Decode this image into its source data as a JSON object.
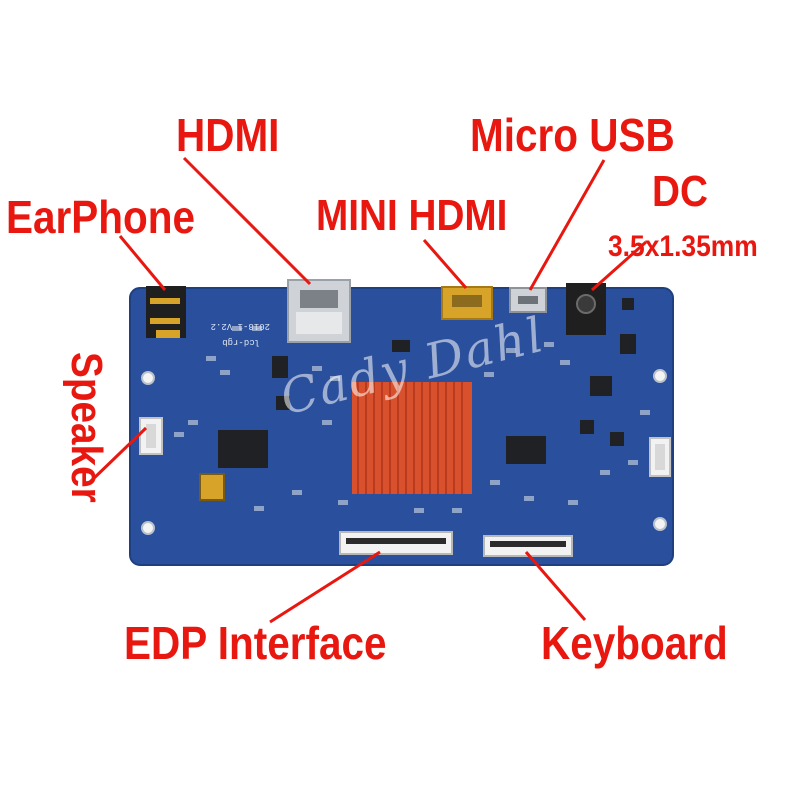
{
  "image": {
    "subject": "LCD driver board",
    "colors": {
      "label": "#e8170f",
      "pcb": "#2a4f9c",
      "heatsink": "#d9502c",
      "gold": "#d8a329",
      "silver": "#cfd2d6"
    }
  },
  "labels": {
    "hdmi": "HDMI",
    "micro_usb": "Micro USB",
    "dc": "DC",
    "earphone": "EarPhone",
    "mini_hdmi": "MINI HDMI",
    "dc_size": "3.5x1.35mm",
    "speaker": "Speaker",
    "edp_interface": "EDP Interface",
    "keyboard": "Keyboard"
  },
  "board_text": {
    "version": "2018-1 V2.2",
    "model": "lcd-rgb"
  },
  "watermark": "Cady Dahl"
}
